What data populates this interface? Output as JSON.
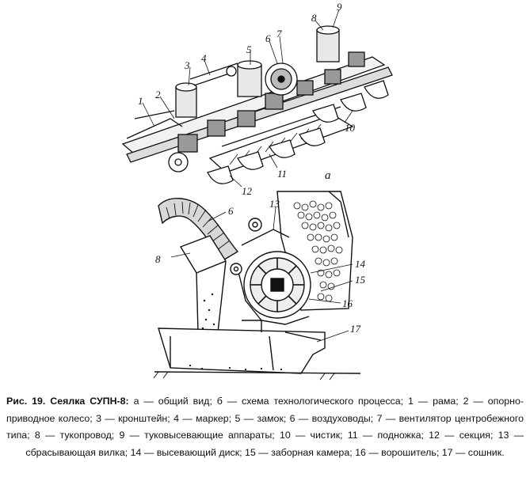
{
  "figure": {
    "panel_a_label": "а",
    "callouts_a": [
      "1",
      "2",
      "3",
      "4",
      "5",
      "6",
      "7",
      "8",
      "9",
      "10",
      "11",
      "12"
    ],
    "callouts_b": [
      "6",
      "8",
      "13",
      "14",
      "15",
      "16",
      "17"
    ]
  },
  "caption": {
    "heading": "Рис. 19. Сеялка СУПН-8:",
    "items": [
      {
        "key": "а",
        "text": "общий вид"
      },
      {
        "key": "б",
        "text": "схема технологического процесса"
      },
      {
        "key": "1",
        "text": "рама"
      },
      {
        "key": "2",
        "text": "опорно-приводное колесо"
      },
      {
        "key": "3",
        "text": "кронштейн"
      },
      {
        "key": "4",
        "text": "маркер"
      },
      {
        "key": "5",
        "text": "замок"
      },
      {
        "key": "6",
        "text": "воздуховоды"
      },
      {
        "key": "7",
        "text": "вентилятор центробежного типа"
      },
      {
        "key": "8",
        "text": "тукопровод"
      },
      {
        "key": "9",
        "text": "туковысевающие аппараты"
      },
      {
        "key": "10",
        "text": "чистик"
      },
      {
        "key": "11",
        "text": "подножка"
      },
      {
        "key": "12",
        "text": "секция"
      },
      {
        "key": "13",
        "text": "сбрасывающая вилка"
      },
      {
        "key": "14",
        "text": "высевающий диск"
      },
      {
        "key": "15",
        "text": "заборная камера"
      },
      {
        "key": "16",
        "text": "ворошитель"
      },
      {
        "key": "17",
        "text": "сошник."
      }
    ]
  }
}
